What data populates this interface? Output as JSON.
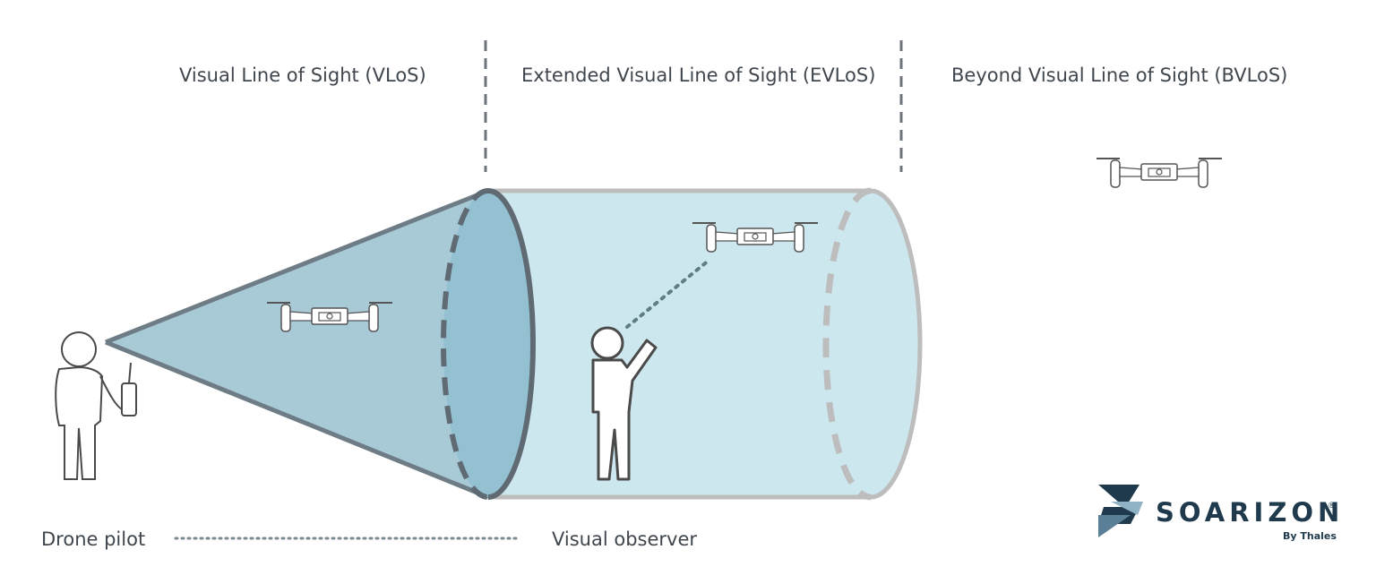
{
  "zones": {
    "vlos": "Visual Line of Sight (VLoS)",
    "evlos": "Extended Visual Line of Sight (EVLoS)",
    "bvlos": "Beyond Visual Line of Sight (BVLoS)"
  },
  "labels": {
    "pilot": "Drone pilot",
    "observer": "Visual observer"
  },
  "logo": {
    "name": "SOARIZON",
    "tagline": "By Thales",
    "registered": "®"
  },
  "colors": {
    "cone_fill": "#a8c9d6",
    "tube_fill": "#cde7ef",
    "outline": "#bdbdbd",
    "ellipse_fill": "#8fbfd1",
    "divider": "#6b737b",
    "text": "#3f464d",
    "brand": "#1e3a4c"
  },
  "icons": [
    "drone-icon",
    "pilot-figure-icon",
    "observer-figure-icon",
    "soarizon-logo-icon"
  ]
}
